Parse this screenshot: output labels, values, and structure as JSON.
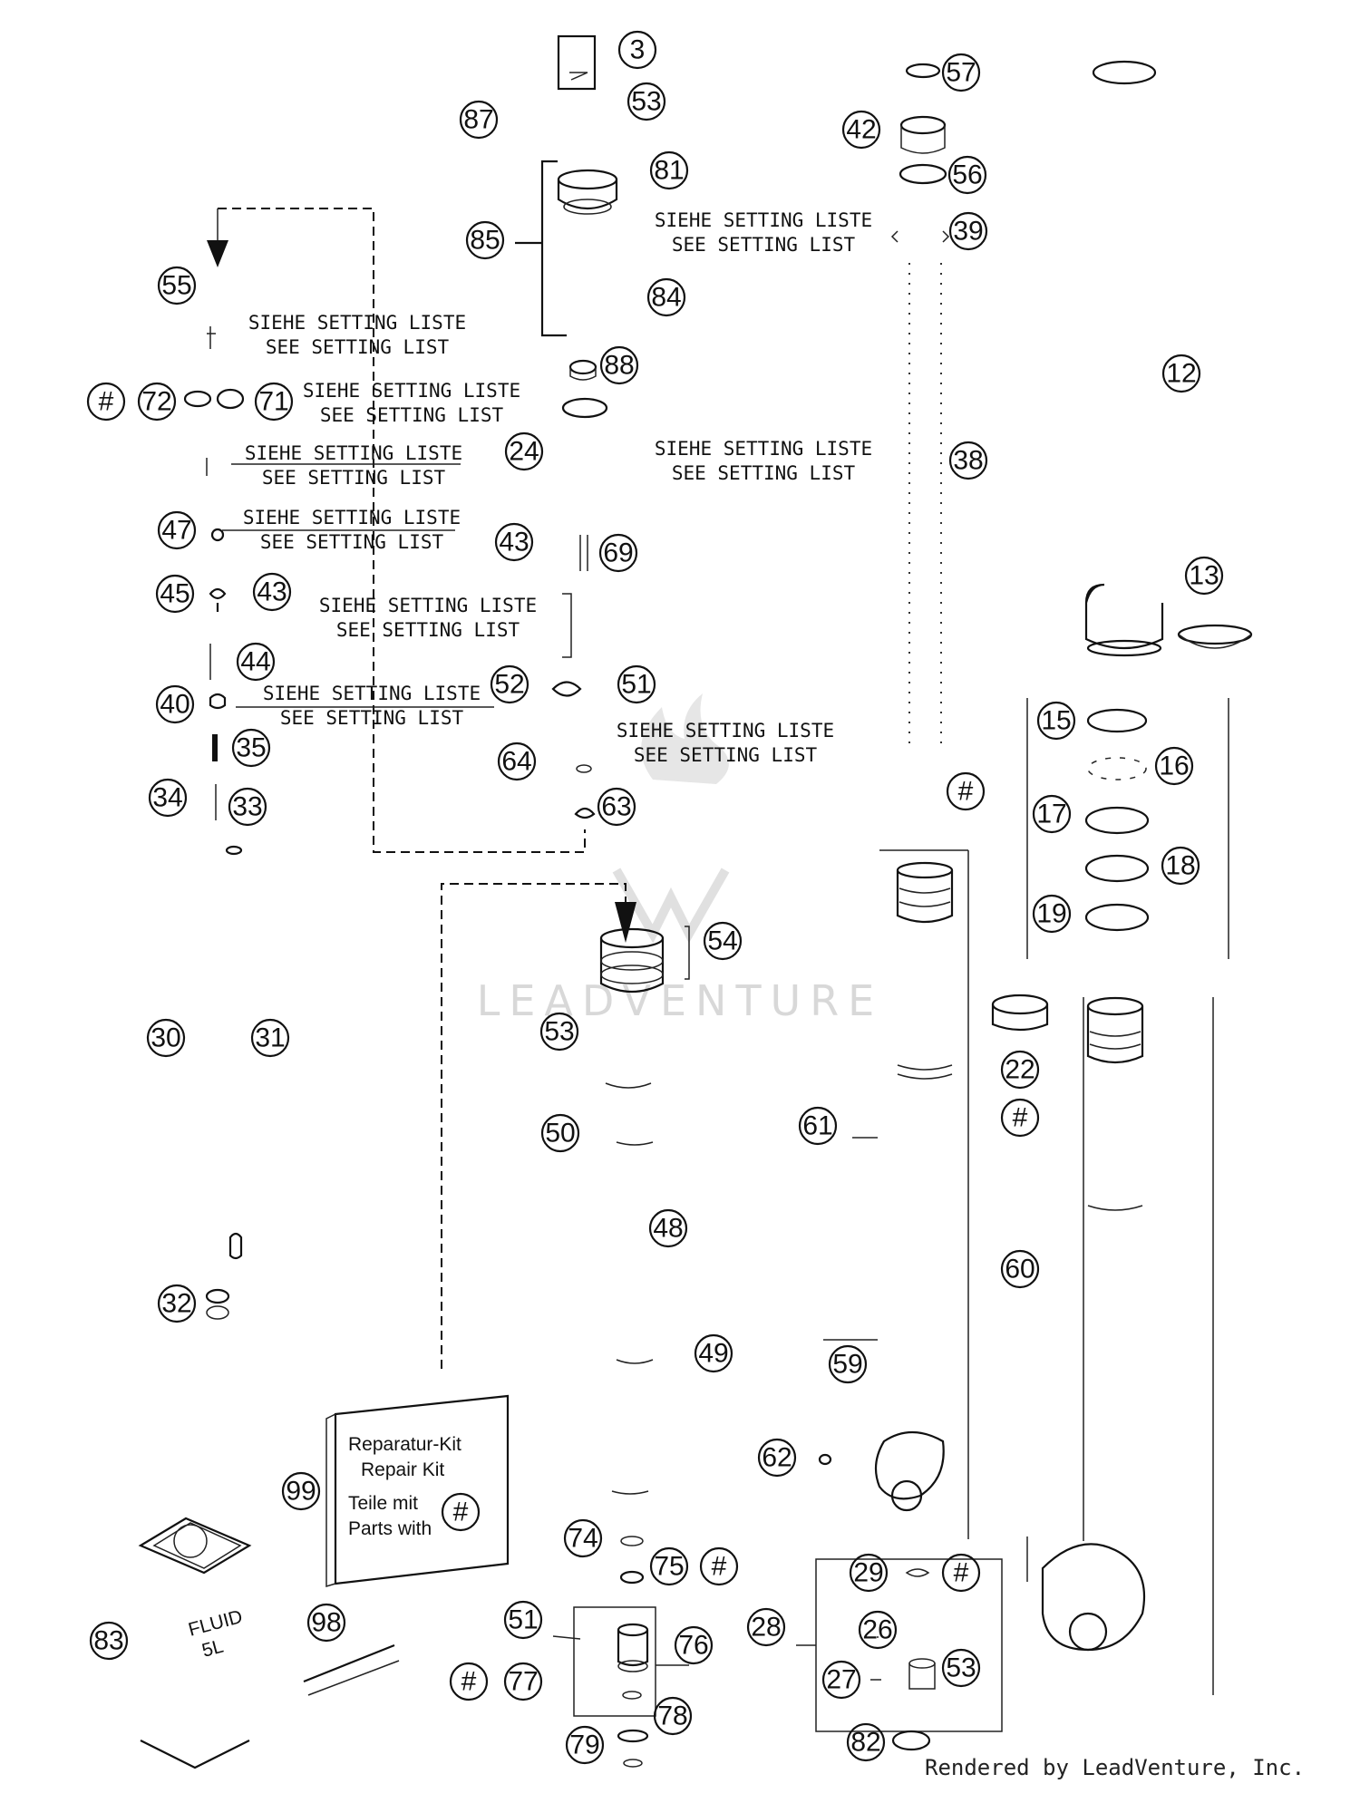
{
  "notes": {
    "setting_de": "SIEHE SETTING LISTE",
    "setting_en": "SEE SETTING LIST"
  },
  "callouts": {
    "c3": "3",
    "c53a": "53",
    "c87": "87",
    "c81": "81",
    "c85": "85",
    "c84": "84",
    "c88": "88",
    "c24": "24",
    "c43a": "43",
    "c69": "69",
    "c52": "52",
    "c51a": "51",
    "c64": "64",
    "c63": "63",
    "c54": "54",
    "c53b": "53",
    "c50": "50",
    "c48": "48",
    "c49": "49",
    "c74": "74",
    "c75": "75",
    "c51b": "51",
    "c76": "76",
    "c77": "77",
    "c78": "78",
    "c79": "79",
    "c55": "55",
    "c72": "72",
    "c71": "71",
    "c47": "47",
    "c45": "45",
    "c43b": "43",
    "c44": "44",
    "c40": "40",
    "c35": "35",
    "c34": "34",
    "c33": "33",
    "c30": "30",
    "c31": "31",
    "c32": "32",
    "c99": "99",
    "c83": "83",
    "c98": "98",
    "c57": "57",
    "c42": "42",
    "c56": "56",
    "c39": "39",
    "c38": "38",
    "c61": "61",
    "c62": "62",
    "c59": "59",
    "c28": "28",
    "c29": "29",
    "c26": "26",
    "c27": "27",
    "c53c": "53",
    "c82": "82",
    "c12": "12",
    "c13": "13",
    "c15": "15",
    "c16": "16",
    "c17": "17",
    "c18": "18",
    "c19": "19",
    "c22": "22",
    "c60": "60",
    "hash": "#"
  },
  "repair_kit": {
    "line1": "Reparatur-Kit",
    "line2": "Repair Kit",
    "line3": "Teile mit",
    "line4": "Parts with"
  },
  "fluid_label": "FLUID",
  "fluid_size": "5L",
  "watermark": "LEADVENTURE",
  "footer": "Rendered by LeadVenture, Inc."
}
